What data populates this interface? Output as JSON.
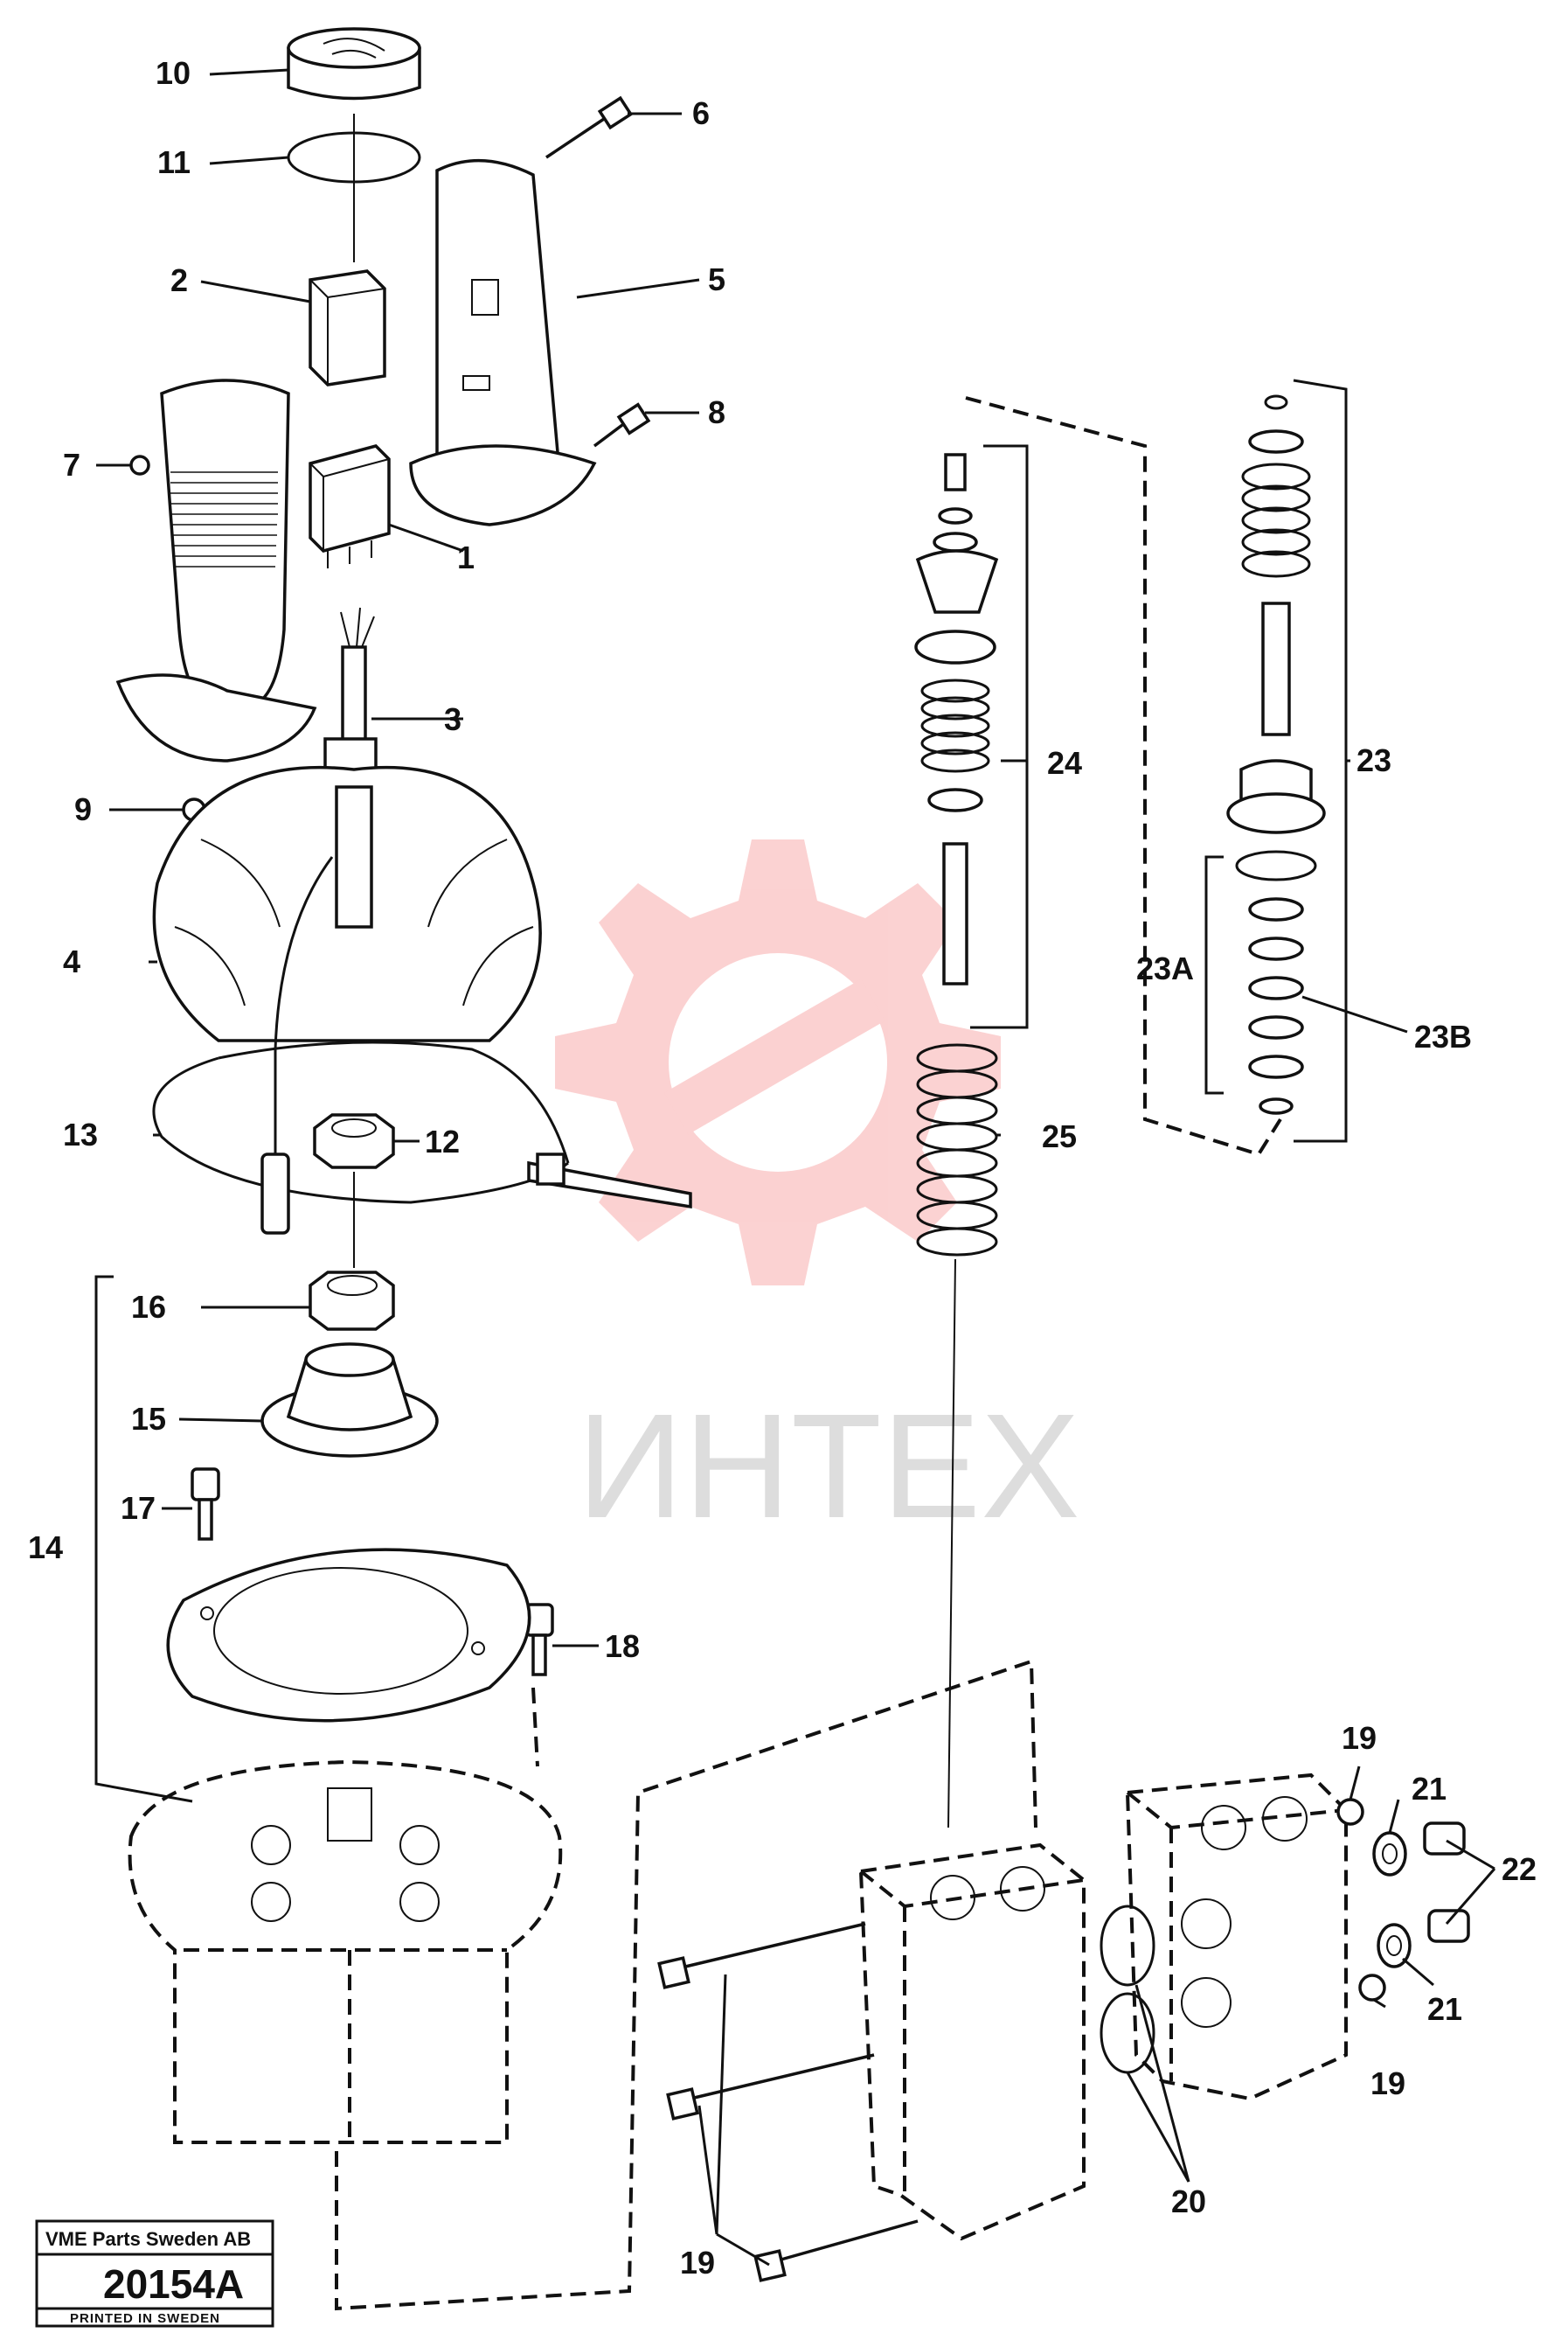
{
  "watermark": {
    "text": "ИНТЕХ",
    "color": "#f25c5c"
  },
  "badge": {
    "company": "VME Parts Sweden AB",
    "number": "20154A",
    "printed": "PRINTED IN SWEDEN"
  },
  "callouts": {
    "c1": "1",
    "c2": "2",
    "c3": "3",
    "c4": "4",
    "c5": "5",
    "c6": "6",
    "c7": "7",
    "c8": "8",
    "c9": "9",
    "c10": "10",
    "c11": "11",
    "c12": "12",
    "c13": "13",
    "c14": "14",
    "c15": "15",
    "c16": "16",
    "c17": "17",
    "c18": "18",
    "c19a": "19",
    "c19b": "19",
    "c19c": "19",
    "c20": "20",
    "c21a": "21",
    "c21b": "21",
    "c22": "22",
    "c23": "23",
    "c23a": "23A",
    "c23b": "23B",
    "c24": "24",
    "c25": "25"
  }
}
